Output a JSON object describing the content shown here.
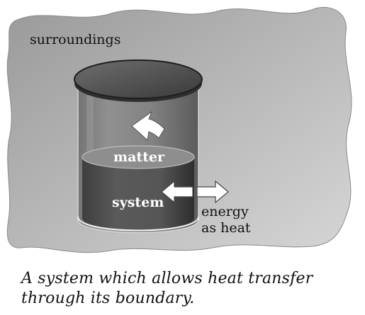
{
  "diagram": {
    "labels": {
      "surroundings": "surroundings",
      "matter": "matter",
      "system": "system",
      "energy_line1": "energy",
      "energy_line2": "as heat"
    }
  },
  "caption": {
    "line1": "A system which allows heat transfer",
    "line2": "through its boundary."
  }
}
